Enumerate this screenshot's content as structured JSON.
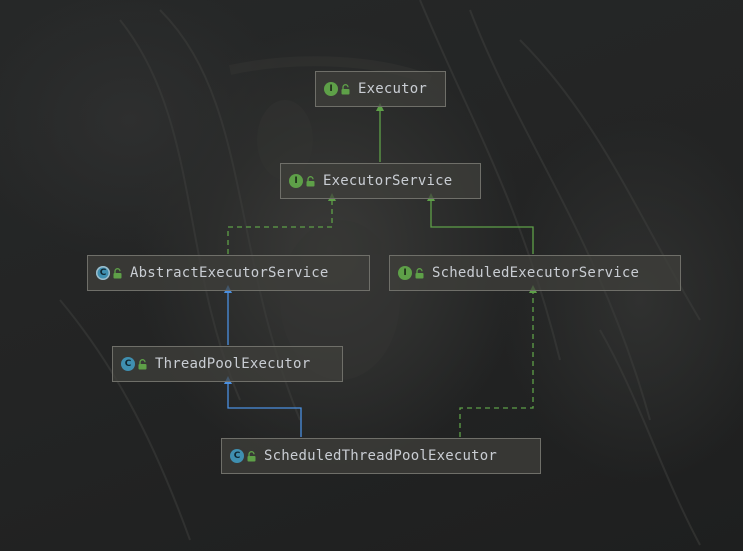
{
  "diagram": {
    "nodes": [
      {
        "id": "executor",
        "label": "Executor",
        "kind": "interface",
        "kind_letter": "I",
        "icon": "interface-icon"
      },
      {
        "id": "executor-service",
        "label": "ExecutorService",
        "kind": "interface",
        "kind_letter": "I",
        "icon": "interface-icon"
      },
      {
        "id": "abstract-executor-service",
        "label": "AbstractExecutorService",
        "kind": "abstract",
        "kind_letter": "C",
        "icon": "abstract-class-icon"
      },
      {
        "id": "scheduled-executor-service",
        "label": "ScheduledExecutorService",
        "kind": "interface",
        "kind_letter": "I",
        "icon": "interface-icon"
      },
      {
        "id": "thread-pool-executor",
        "label": "ThreadPoolExecutor",
        "kind": "class",
        "kind_letter": "C",
        "icon": "class-icon"
      },
      {
        "id": "scheduled-thread-pool-executor",
        "label": "ScheduledThreadPoolExecutor",
        "kind": "class",
        "kind_letter": "C",
        "icon": "class-icon"
      }
    ],
    "edges": [
      {
        "from": "executor-service",
        "to": "executor",
        "type": "extends-interface"
      },
      {
        "from": "abstract-executor-service",
        "to": "executor-service",
        "type": "implements"
      },
      {
        "from": "scheduled-executor-service",
        "to": "executor-service",
        "type": "extends-interface"
      },
      {
        "from": "thread-pool-executor",
        "to": "abstract-executor-service",
        "type": "extends-class"
      },
      {
        "from": "scheduled-thread-pool-executor",
        "to": "thread-pool-executor",
        "type": "extends-class"
      },
      {
        "from": "scheduled-thread-pool-executor",
        "to": "scheduled-executor-service",
        "type": "implements"
      }
    ],
    "colors": {
      "interface_edge": "#5ea048",
      "class_edge": "#4a8fe0",
      "interface_badge": "#5ea048",
      "class_badge": "#3f8fb0",
      "visibility_lock": "#5ea048"
    }
  }
}
